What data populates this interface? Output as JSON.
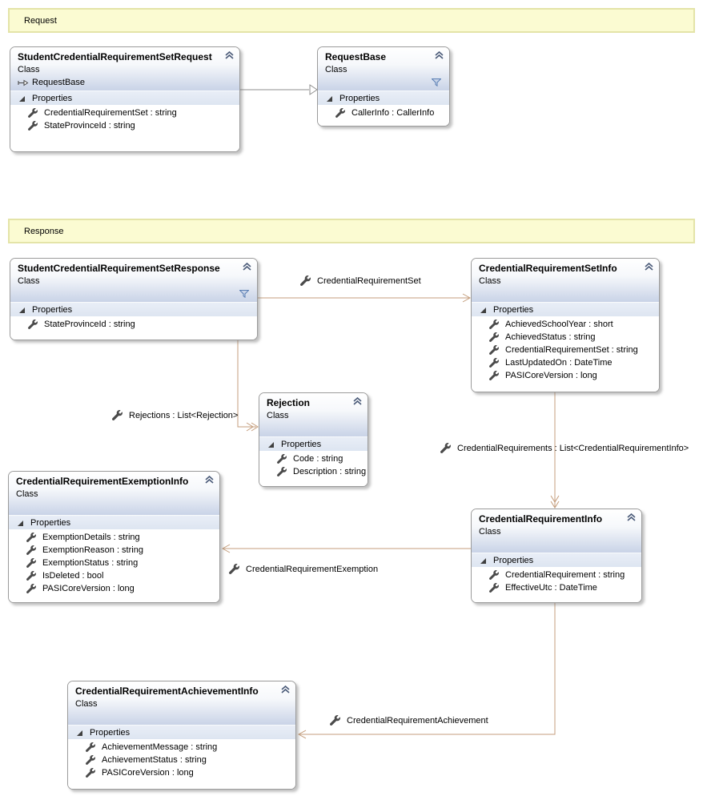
{
  "banners": {
    "request": "Request",
    "response": "Response"
  },
  "classes": [
    {
      "name": "StudentCredentialRequirementSetRequest",
      "kind": "Class",
      "base": "RequestBase",
      "compartment": "Properties",
      "properties": [
        "CredentialRequirementSet : string",
        "StateProvinceId : string"
      ]
    },
    {
      "name": "RequestBase",
      "kind": "Class",
      "compartment": "Properties",
      "properties": [
        "CallerInfo : CallerInfo"
      ]
    },
    {
      "name": "StudentCredentialRequirementSetResponse",
      "kind": "Class",
      "compartment": "Properties",
      "properties": [
        "StateProvinceId : string"
      ]
    },
    {
      "name": "CredentialRequirementSetInfo",
      "kind": "Class",
      "compartment": "Properties",
      "properties": [
        "AchievedSchoolYear : short",
        "AchievedStatus : string",
        "CredentialRequirementSet : string",
        "LastUpdatedOn : DateTime",
        "PASICoreVersion : long"
      ]
    },
    {
      "name": "Rejection",
      "kind": "Class",
      "compartment": "Properties",
      "properties": [
        "Code : string",
        "Description : string"
      ]
    },
    {
      "name": "CredentialRequirementExemptionInfo",
      "kind": "Class",
      "compartment": "Properties",
      "properties": [
        "ExemptionDetails : string",
        "ExemptionReason : string",
        "ExemptionStatus : string",
        "IsDeleted : bool",
        "PASICoreVersion : long"
      ]
    },
    {
      "name": "CredentialRequirementInfo",
      "kind": "Class",
      "compartment": "Properties",
      "properties": [
        "CredentialRequirement : string",
        "EffectiveUtc : DateTime"
      ]
    },
    {
      "name": "CredentialRequirementAchievementInfo",
      "kind": "Class",
      "compartment": "Properties",
      "properties": [
        "AchievementMessage : string",
        "AchievementStatus : string",
        "PASICoreVersion : long"
      ]
    }
  ],
  "associations": [
    {
      "label": "CredentialRequirementSet"
    },
    {
      "label": "Rejections : List<Rejection>"
    },
    {
      "label": "CredentialRequirements : List<CredentialRequirementInfo>"
    },
    {
      "label": "CredentialRequirementExemption"
    },
    {
      "label": "CredentialRequirementAchievement"
    }
  ],
  "colors": {
    "association_line": "#c49d7c",
    "inheritance_line": "#8f8f8f",
    "banner_bg": "#fbfbd2",
    "banner_border": "#e4e4a8",
    "header_gradient_bottom": "#c9d3e7",
    "compartment_bg": "#e3e9f4"
  }
}
